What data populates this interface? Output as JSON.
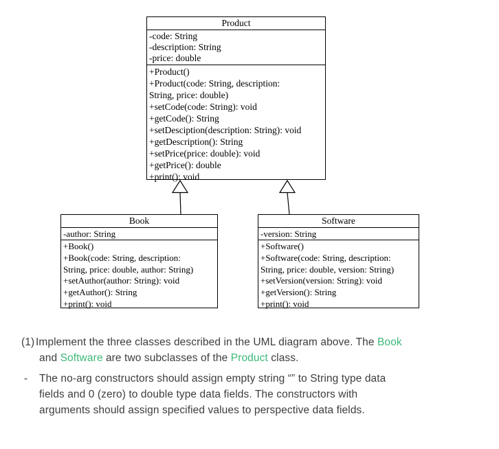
{
  "uml": {
    "product": {
      "title": "Product",
      "attributes": [
        "-code: String",
        "-description: String",
        "-price: double"
      ],
      "methods": [
        "+Product()",
        "+Product(code: String, description:",
        "String, price: double)",
        "+setCode(code: String): void",
        "+getCode(): String",
        "+setDesciption(description: String): void",
        "+getDescription(): String",
        "+setPrice(price: double): void",
        "+getPrice(): double",
        "+print(): void"
      ]
    },
    "book": {
      "title": "Book",
      "attributes": [
        "-author: String"
      ],
      "methods": [
        "+Book()",
        "+Book(code: String, description:",
        "String, price: double, author: String)",
        "+setAuthor(author: String): void",
        "+getAuthor(): String",
        "+print(): void"
      ]
    },
    "software": {
      "title": "Software",
      "attributes": [
        "-version: String"
      ],
      "methods": [
        "+Software()",
        "+Software(code: String, description:",
        "String, price: double, version: String)",
        "+setVersion(version: String): void",
        "+getVersion(): String",
        "+print(): void"
      ]
    }
  },
  "instructions": {
    "item1": {
      "marker": "(1)",
      "line1_pre": "Implement the three classes described in the UML diagram above. The ",
      "line1_green": "Book",
      "line2_pre": "and ",
      "line2_green1": "Software",
      "line2_mid": " are two subclasses of the ",
      "line2_green2": "Product",
      "line2_post": " class."
    },
    "item2": {
      "marker": "-",
      "lines": [
        "The no-arg constructors should assign empty string “” to String type data",
        "fields and 0 (zero) to double type data fields. The constructors with",
        "arguments should assign specified values to perspective data fields."
      ]
    }
  },
  "colors": {
    "accent_green": "#3cb878",
    "body_text": "#3d3d3d",
    "diagram_line": "#000000"
  }
}
